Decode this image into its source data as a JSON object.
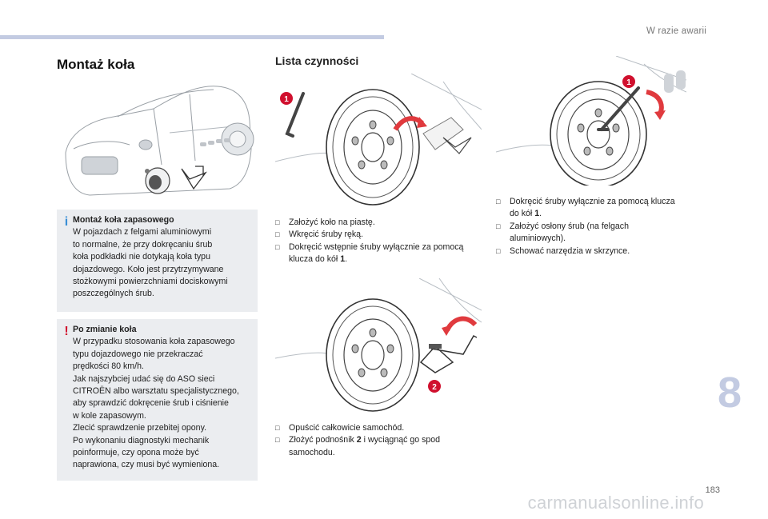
{
  "header": {
    "section": "W razie awarii"
  },
  "left": {
    "title": "Montaż koła",
    "info_box": {
      "icon": "i",
      "heading": "Montaż koła zapasowego",
      "text": "W pojazdach z felgami aluminiowymi\nto normalne, że przy dokręcaniu śrub\nkoła podkładki nie dotykają koła typu\ndojazdowego. Koło jest przytrzymywane\nstożkowymi powierzchniami dociskowymi\nposzczególnych śrub."
    },
    "warning_box": {
      "icon": "!",
      "heading": "Po zmianie koła",
      "text": "W przypadku stosowania koła zapasowego\ntypu dojazdowego nie przekraczać\nprędkości 80 km/h.\nJak najszybciej udać się do ASO sieci\nCITROËN albo warsztatu specjalistycznego,\naby sprawdzić dokręcenie śrub i ciśnienie\nw kole zapasowym.\nZlecić sprawdzenie przebitej opony.\nPo wykonaniu diagnostyki mechanik\npoinformuje, czy opona może być\nnaprawiona, czy musi być wymieniona."
    }
  },
  "middle": {
    "title": "Lista czynności",
    "figure1_callout": "1",
    "steps1": [
      {
        "text": "Założyć koło na piastę."
      },
      {
        "text": "Wkręcić śruby ręką."
      },
      {
        "text": "Dokręcić wstępnie śruby wyłącznie za pomocą klucza do kół ",
        "bold": "1",
        "after": "."
      }
    ],
    "figure2_callout": "2",
    "steps2": [
      {
        "text": "Opuścić całkowicie samochód."
      },
      {
        "text": "Złożyć podnośnik ",
        "bold": "2",
        "after": " i wyciągnąć go spod samochodu."
      }
    ]
  },
  "right": {
    "figure3_callout": "1",
    "steps3": [
      {
        "text": "Dokręcić śruby wyłącznie za pomocą klucza do kół ",
        "bold": "1",
        "after": "."
      },
      {
        "text": "Założyć osłony śrub (na felgach aluminiowych)."
      },
      {
        "text": "Schować narzędzia w skrzynce."
      }
    ]
  },
  "footer": {
    "chapter": "8",
    "page": "183",
    "watermark": "carmanualsonline.info"
  },
  "colors": {
    "accent_bar": "#c3cbe2",
    "callout_red": "#d0102e",
    "info_blue": "#3a8fd6",
    "warning_red": "#d0102e",
    "box_bg": "#ebedf0",
    "arrow_red": "#e03a3e"
  },
  "icons": {
    "step_marker": "check-box-icon"
  }
}
